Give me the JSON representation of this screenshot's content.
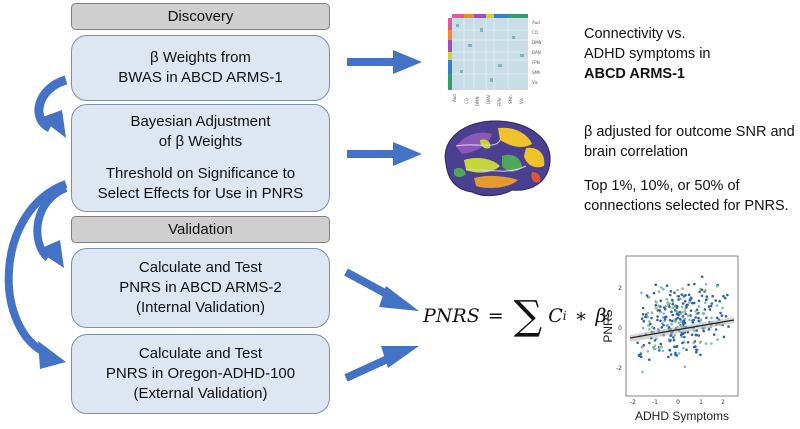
{
  "sections": {
    "discovery": "Discovery",
    "validation": "Validation"
  },
  "boxes": {
    "weights": {
      "line1": "β Weights from",
      "line2": "BWAS in ABCD ARMS-1"
    },
    "bayes": {
      "line1": "Bayesian Adjustment",
      "line2": "of β Weights",
      "line3": "Threshold on Significance to",
      "line4": "Select Effects for Use in PNRS"
    },
    "internal": {
      "line1": "Calculate and Test",
      "line2": "PNRS in ABCD ARMS-2",
      "line3": "(Internal Validation)"
    },
    "external": {
      "line1": "Calculate and Test",
      "line2": "PNRS in Oregon-ADHD-100",
      "line3": "(External Validation)"
    }
  },
  "notes": {
    "connectivity": {
      "line1": "Connectivity vs.",
      "line2": "ADHD symptoms in",
      "line3": "ABCD ARMS-1"
    },
    "adjusted": {
      "line1": "β adjusted for outcome SNR and",
      "line2": "brain correlation"
    },
    "top": {
      "line1": "Top 1%, 10%, or 50% of",
      "line2": "connections selected for PNRS."
    }
  },
  "formula": {
    "lhs": "PNRS",
    "eq": "=",
    "sigma": "∑",
    "c": "C",
    "sub_c": "i",
    "times": "∗",
    "beta": "β",
    "sub_b": "i"
  },
  "scatter": {
    "xlabel": "ADHD Symptoms",
    "ylabel": "PNRS",
    "x_ticks": [
      "-2",
      "-1",
      "0",
      "1",
      "2"
    ],
    "y_ticks": [
      "2",
      "0",
      "-2"
    ]
  },
  "colors": {
    "box_fill": "#dee6f2",
    "box_border": "#7a8fb0",
    "bar_fill": "#cfcfcf",
    "arrow": "#4472c4"
  }
}
